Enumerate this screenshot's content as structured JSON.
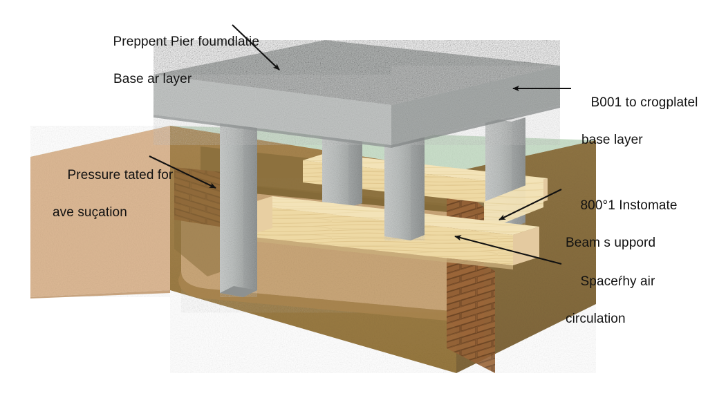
{
  "diagram": {
    "title": "Pier foundation cutaway illustration",
    "labels": [
      {
        "id": "slab-top",
        "line1": "Preppent Pier foumdlatie",
        "line2": "Base ar layer"
      },
      {
        "id": "slab-edge",
        "line1": "B001 to crogplatel",
        "line2": "base layer"
      },
      {
        "id": "ground",
        "line1": "Pressure tated for",
        "line2": "ave suçation"
      },
      {
        "id": "beam",
        "line1": "800°1 Instomate",
        "line2": "Beam s uppord"
      },
      {
        "id": "airspace",
        "line1": "Spaceŕhy air",
        "line2": "circulation"
      }
    ],
    "colors": {
      "background": "#ffffff",
      "grass_top": "#c6ddc6",
      "grass_edge": "#b6d0b4",
      "soil_left_face": "#dcb894",
      "soil_front_face": "#a07f4a",
      "soil_right_face": "#8a7040",
      "soil_cut_face": "#7d6432",
      "excavated_floor": "#c9a678",
      "excavated_floor_shadow": "#b08f62",
      "brick": "#8a5a32",
      "brick_mortar": "#6f4828",
      "concrete_slab_top": "#b9bcbb",
      "concrete_slab_front": "#c5c8c7",
      "concrete_slab_side": "#a9adac",
      "pier_light": "#c8cbca",
      "pier_mid": "#b4b8b7",
      "pier_dark": "#9ca0a0",
      "beam_face": "#eed9a4",
      "beam_top": "#f3e3b8",
      "beam_end": "#e4caa0",
      "beam_shadow": "#d8bd89",
      "leader_line": "#111111",
      "label_text": "#111111"
    },
    "elements": [
      {
        "name": "concrete-slab",
        "description": "aggregate-topped concrete base slab"
      },
      {
        "name": "pier-front-left",
        "description": "concrete pier column"
      },
      {
        "name": "pier-center",
        "description": "concrete pier column"
      },
      {
        "name": "pier-right",
        "description": "concrete pier column"
      },
      {
        "name": "pier-rear-left",
        "description": "concrete pier column"
      },
      {
        "name": "beam-front",
        "description": "timber support beam"
      },
      {
        "name": "beam-rear",
        "description": "timber support beam"
      },
      {
        "name": "soil-block",
        "description": "cutaway earth block"
      },
      {
        "name": "grass-layer",
        "description": "green ground surface layer"
      },
      {
        "name": "brick-course",
        "description": "brick texture on cut soil face"
      },
      {
        "name": "crawl-space",
        "description": "ventilated air gap under slab"
      }
    ]
  }
}
